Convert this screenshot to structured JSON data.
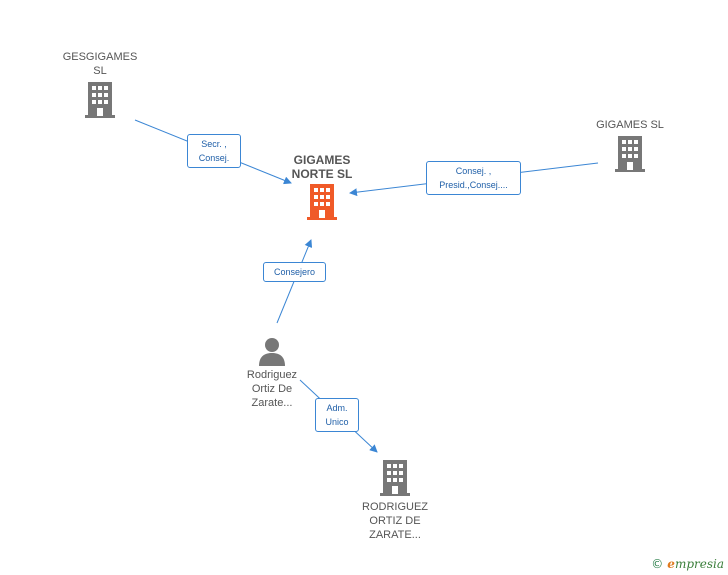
{
  "colors": {
    "company": "#777777",
    "focus_company": "#f05a28",
    "person": "#777777",
    "edge": "#3b86d4",
    "brand": "#3b7f3b"
  },
  "nodes": {
    "gesgigames": {
      "label_line1": "GESGIGAMES",
      "label_line2": "SL",
      "icon": "building-icon"
    },
    "gigames_norte": {
      "label_line1": "GIGAMES",
      "label_line2": "NORTE SL",
      "icon": "building-icon"
    },
    "gigames": {
      "label": "GIGAMES SL",
      "icon": "building-icon"
    },
    "person": {
      "label_line1": "Rodriguez",
      "label_line2": "Ortiz De",
      "label_line3": "Zarate...",
      "icon": "person-icon"
    },
    "rodriguez_company": {
      "label_line1": "RODRIGUEZ",
      "label_line2": "ORTIZ DE",
      "label_line3": "ZARATE...",
      "icon": "building-icon"
    }
  },
  "edges": {
    "gesgigames_to_norte": {
      "line1": "Secr. ,",
      "line2": "Consej."
    },
    "gigames_to_norte": {
      "line1": "Consej. ,",
      "line2": "Presid.,Consej...."
    },
    "person_to_norte": {
      "line1": "Consejero"
    },
    "person_to_company": {
      "line1": "Adm.",
      "line2": "Unico"
    }
  },
  "footer": {
    "copyright": "©",
    "brand_first": "e",
    "brand_rest": "mpresia"
  }
}
